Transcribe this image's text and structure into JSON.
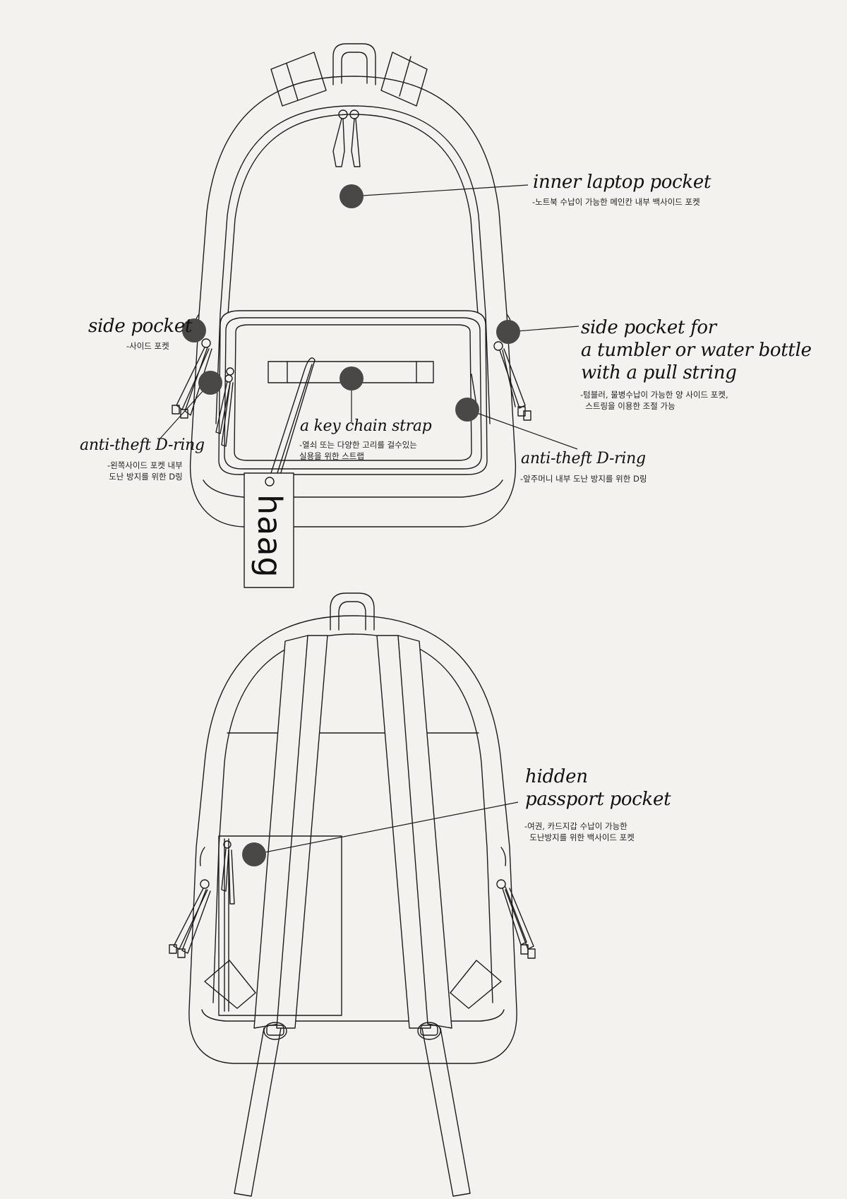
{
  "colors": {
    "background": "#f3f2ee",
    "line": "#1c1c1c",
    "marker": "#4a4846"
  },
  "brand": {
    "tag_text": "haag"
  },
  "callouts": {
    "inner_laptop": {
      "title": "inner laptop pocket",
      "desc": "-노트북 수납이 가능한 메인칸 내부 백사이드 포켓"
    },
    "side_pocket": {
      "title": "side pocket",
      "desc": "-사이드 포켓"
    },
    "side_bottle": {
      "title": "side pocket for\na tumbler or water bottle\nwith a pull string",
      "desc": "-텀블러, 물병수납이 가능한 양 사이드 포켓,\n  스트링을 이용한 조절 가능"
    },
    "key_chain": {
      "title": "a key chain strap",
      "desc": "-열쇠 또는 다양한 고리를 걸수있는\n실용을 위한 스트랩"
    },
    "dring_left": {
      "title": "anti-theft D-ring",
      "desc": "-왼쪽사이드 포켓 내부\n도난 방지를 위한 D링"
    },
    "dring_right": {
      "title": "anti-theft  D-ring",
      "desc": "-앞주머니 내부 도난 방지를 위한 D링"
    },
    "passport": {
      "title": "hidden\npassport pocket",
      "desc": "-여권, 카드지갑 수납이 가능한\n  도난방지를 위한 백사이드 포켓"
    }
  }
}
